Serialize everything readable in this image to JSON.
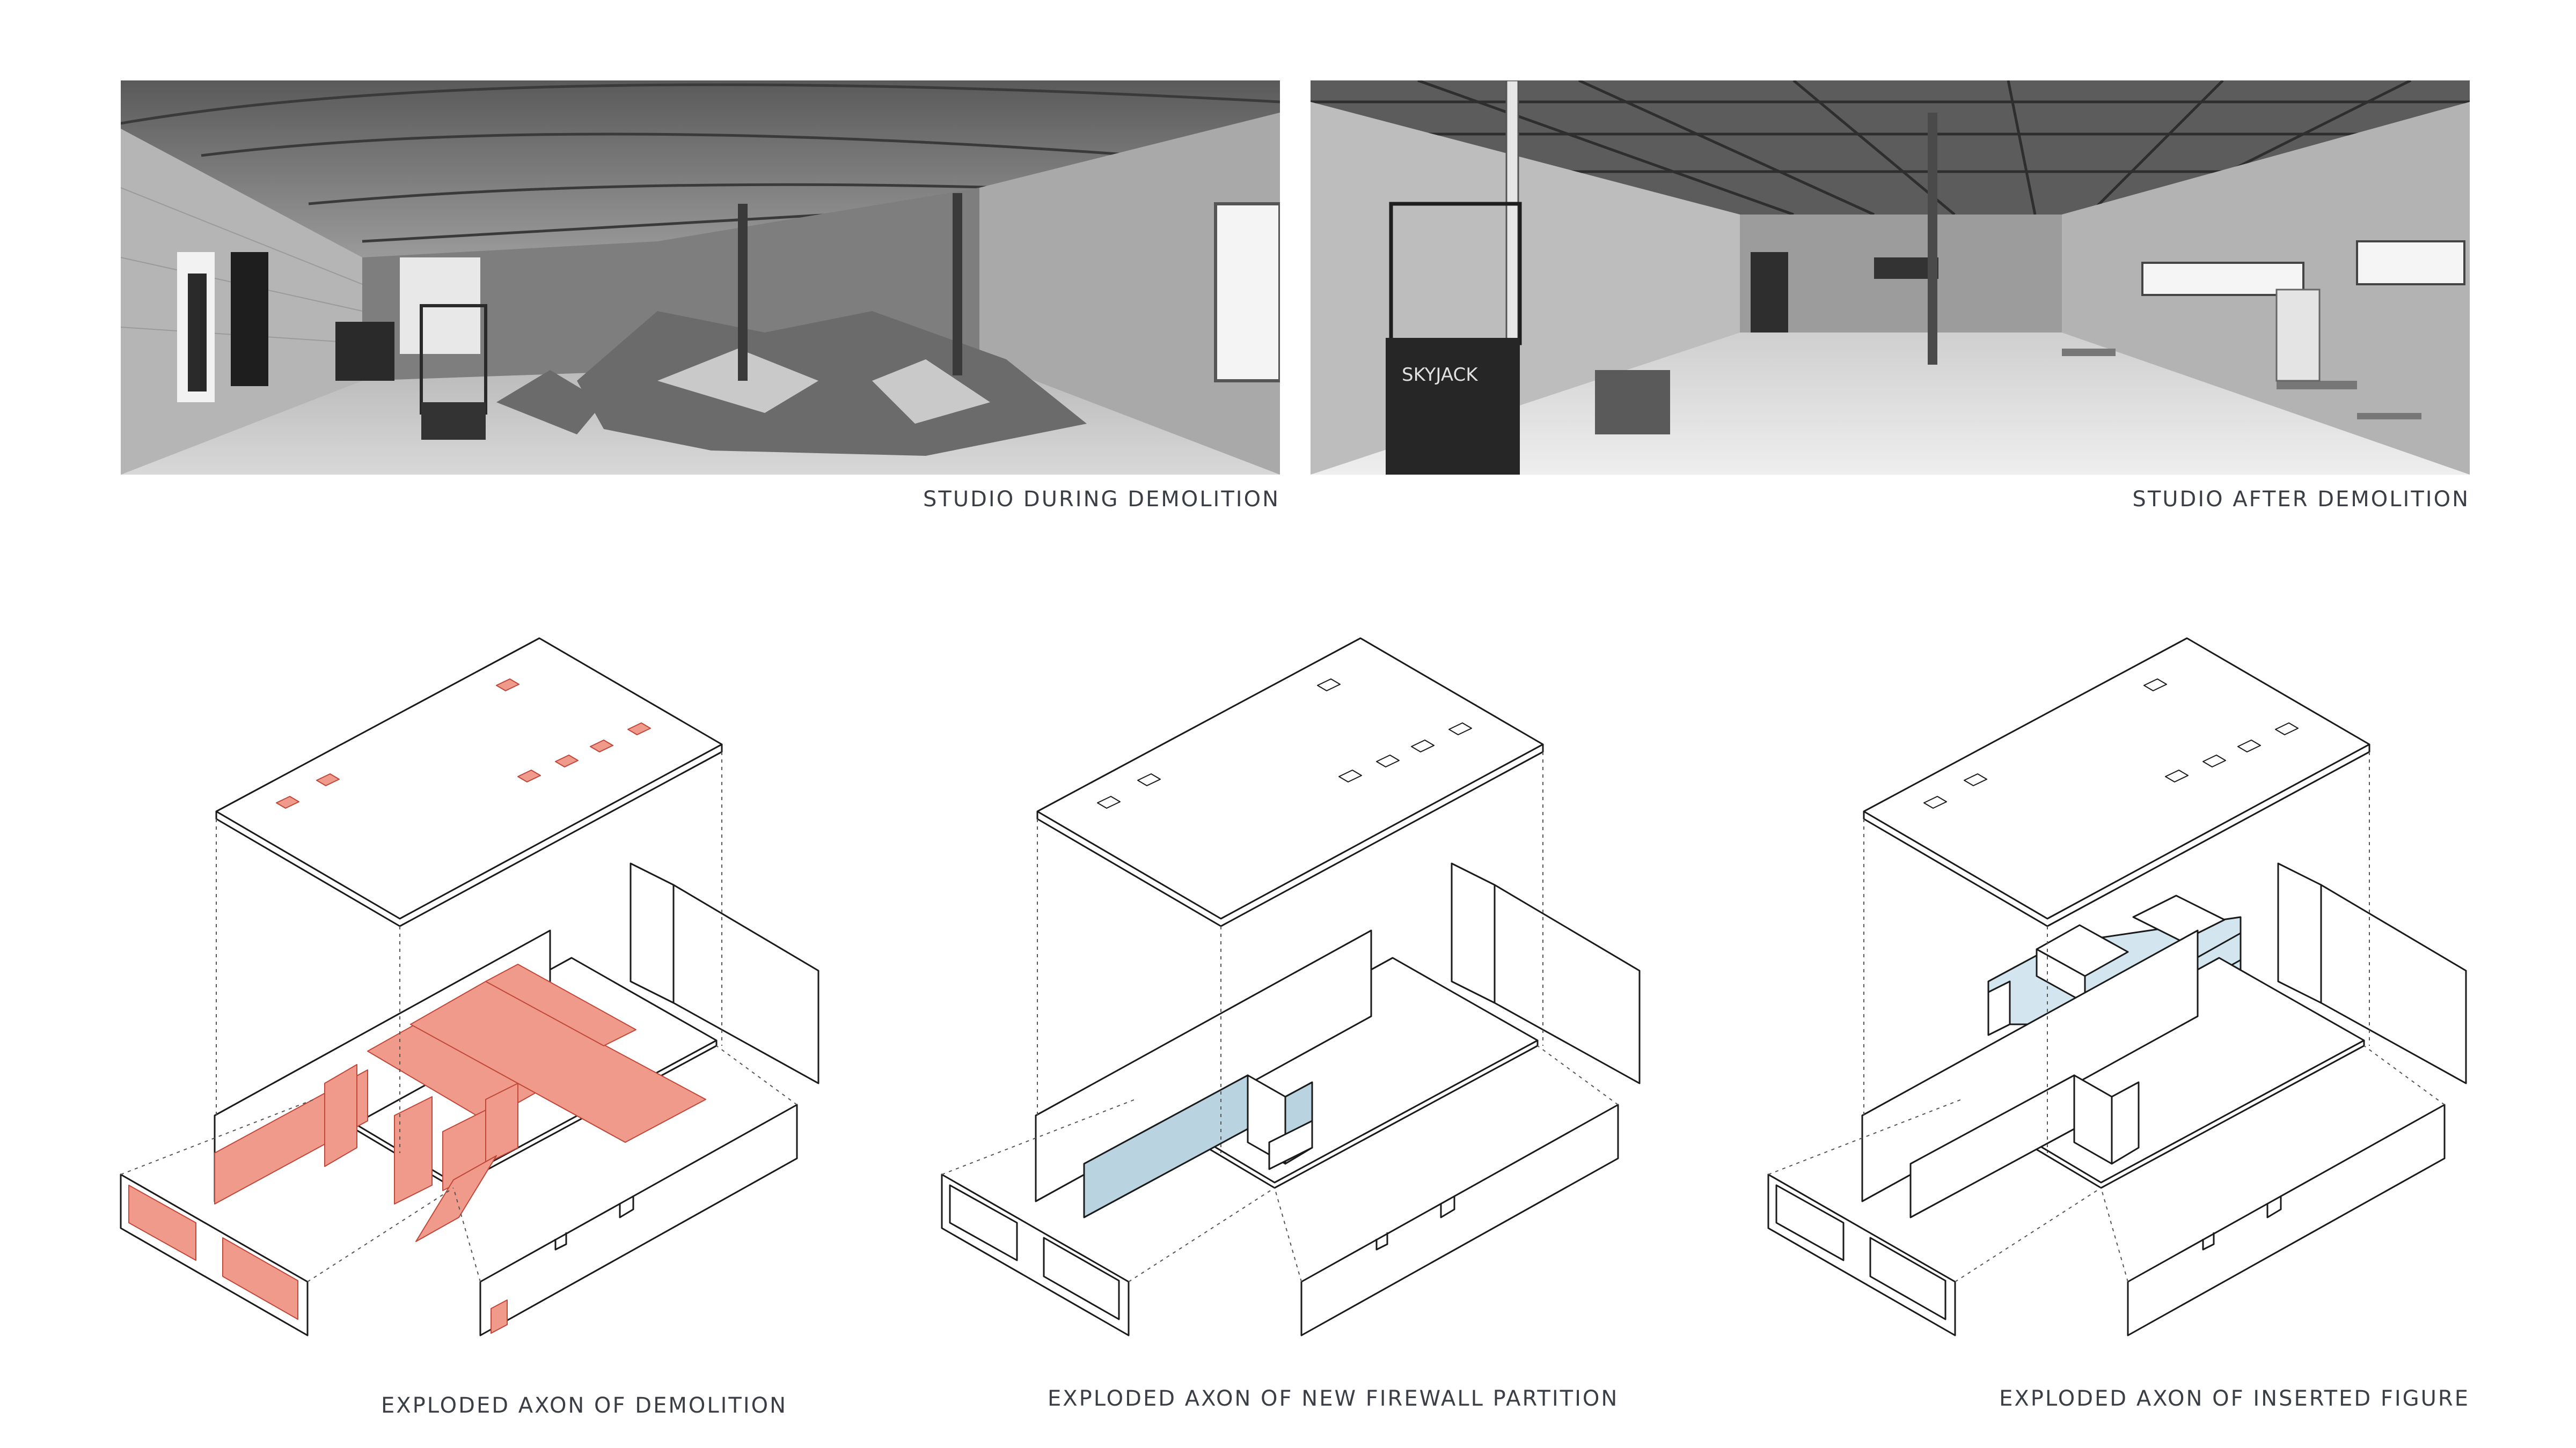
{
  "photos": {
    "left_caption": "STUDIO DURING DEMOLITION",
    "right_caption": "STUDIO AFTER DEMOLITION"
  },
  "diagrams": {
    "demolition_caption": "EXPLODED AXON OF DEMOLITION",
    "firewall_caption": "EXPLODED AXON OF NEW FIREWALL PARTITION",
    "figure_caption": "EXPLODED AXON OF INSERTED FIGURE"
  },
  "photo_signage": {
    "lift_brand": "SKYJACK"
  },
  "colors": {
    "demolition_fill": "#ef9a8b",
    "firewall_fill": "#b9d4e0",
    "figure_fill": "#d3e6f0",
    "line": "#1a1a1a",
    "caption_text": "#3b3f45"
  }
}
